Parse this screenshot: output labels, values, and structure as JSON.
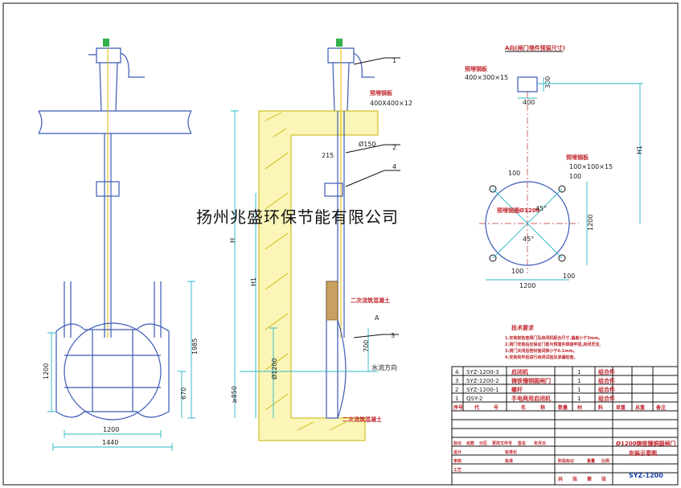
{
  "watermark": "扬州兆盛环保节能有限公司",
  "front_view": {
    "dim_width_inner": "1200",
    "dim_width_outer": "1440",
    "dim_height_left": "1200",
    "dim_height_right_total": "1985",
    "dim_height_right_lower": "670"
  },
  "side_view": {
    "callouts": [
      "1",
      "2",
      "4",
      "3"
    ],
    "plate_label": "预埋钢板",
    "plate_size": "400X400×12",
    "rod_label": "Ø150",
    "dim_215": "215",
    "dim_H": "H",
    "dim_H1": "H1",
    "dim_700": "700",
    "dim_phi1200": "Ø1200",
    "dim_850": "≥850",
    "grout_upper": "二次浇筑混凝土",
    "grout_lower": "二次浇筑混凝土",
    "mark_A": "A",
    "water_dir": "水流方向"
  },
  "plan_view": {
    "title": "A向(闸门埋件预留尺寸)",
    "top_plate_label": "预埋钢板",
    "top_plate_size": "400×300×15",
    "dim_400": "400",
    "dim_300": "300",
    "dim_H1": "H1",
    "side_plate_label": "预埋钢板",
    "side_plate_size": "100×100×15",
    "dim_100a": "100",
    "dim_100b": "100",
    "dim_100c": "100",
    "dim_100d": "100",
    "circle_label": "预埋钢圈Ø1200",
    "angle_a": "45°",
    "angle_b": "45°",
    "dim_1200_right": "1200",
    "dim_1200_bottom": "1200"
  },
  "notes": {
    "title": "技术要求",
    "lines": [
      "1.安装前检查闸门及启闭机配合尺寸,偏差小于3mm。",
      "2.闸门安装后应保证门框与预埋件焊接牢固,启闭灵活,",
      "3.闸门关闭后密封面间隙小于0.1mm。",
      "4.安装完毕后进行启闭试验及渗漏检查。"
    ]
  },
  "title_block": {
    "rows": [
      {
        "no": "4",
        "code": "SYZ-1200-3",
        "name": "启闭机",
        "qty": "1",
        "mat": "组合件"
      },
      {
        "no": "3",
        "code": "SYZ-1200-2",
        "name": "铸铁镶铜圆闸门",
        "qty": "1",
        "mat": "组合件"
      },
      {
        "no": "2",
        "code": "SYZ-1200-1",
        "name": "螺杆",
        "qty": "1",
        "mat": "组合件"
      },
      {
        "no": "1",
        "code": "QSY-2",
        "name": "手电两用启闭机",
        "qty": "1",
        "mat": "组合件"
      }
    ],
    "header": [
      "序号",
      "代",
      "号",
      "名",
      "称",
      "数量",
      "材",
      "料",
      "单重",
      "总重",
      "备注"
    ],
    "drawing_title": "Ø1200铸铁镶铜圆闸门",
    "drawing_subtitle": "安装示意图",
    "drawing_no": "SYZ-1200",
    "sign_labels": [
      "标记",
      "处数",
      "分区",
      "更改文件号",
      "签名",
      "年月日"
    ],
    "role_labels": [
      "设计",
      "审核",
      "工艺",
      "标准化",
      "批准"
    ],
    "stage_labels": [
      "阶段标记",
      "重量",
      "比例"
    ],
    "sheet_labels": [
      "共",
      "张",
      "第",
      "张"
    ]
  }
}
